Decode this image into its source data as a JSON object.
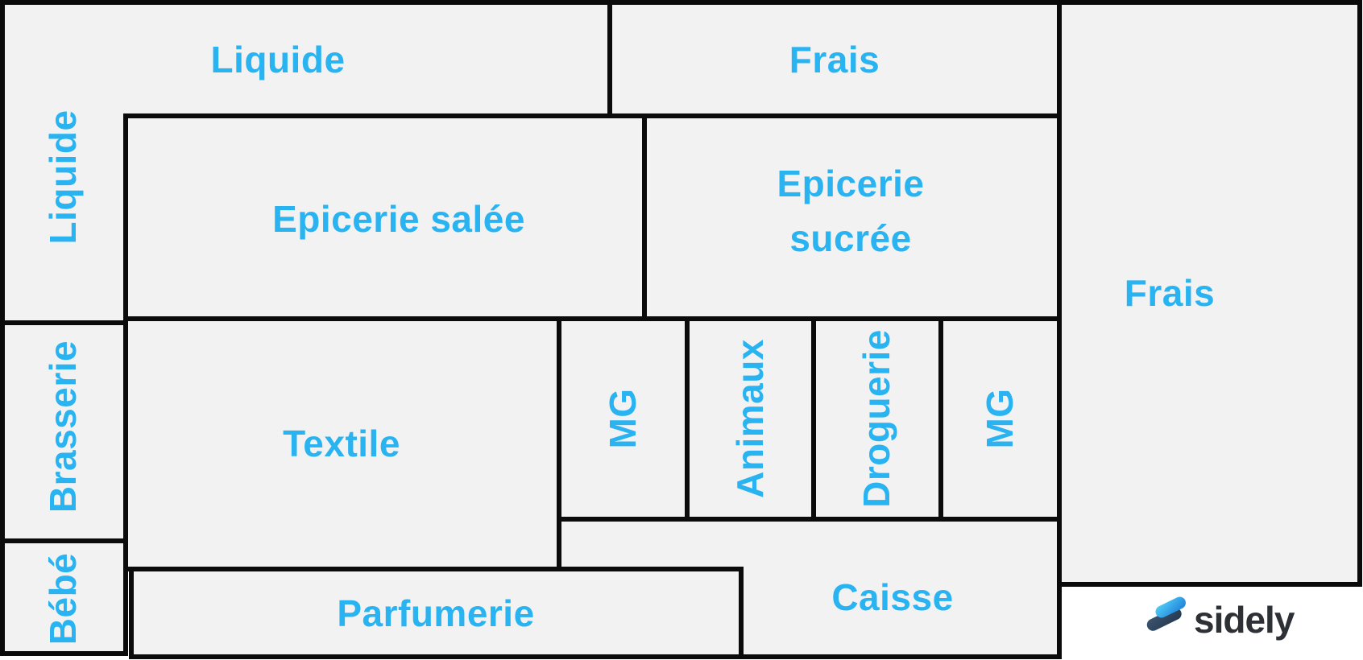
{
  "page": {
    "background": "#ffffff",
    "description": "Store floor plan diagram (plan de magasin)"
  },
  "palette": {
    "label_color": "#29b3f1",
    "room_fill": "#f2f2f3",
    "border_color": "#0b0b0b",
    "logo_text_color": "#2d3136",
    "logo_blue_light": "#53d0f8",
    "logo_blue_dark": "#1d7fd8",
    "logo_navy_light": "#3d546f",
    "logo_navy_dark": "#243950"
  },
  "floorplan": {
    "regions": {
      "liquide_top": "Liquide",
      "liquide_left": "Liquide",
      "frais_top": "Frais",
      "frais_right": "Frais",
      "epicerie_salee": "Epicerie salée",
      "epicerie_sucree_line1": "Epicerie",
      "epicerie_sucree_line2": "sucrée",
      "brasserie": "Brasserie",
      "bebe": "Bébé",
      "textile": "Textile",
      "mg_left": "MG",
      "animaux": "Animaux",
      "droguerie": "Droguerie",
      "mg_right": "MG",
      "caisse": "Caisse",
      "parfumerie": "Parfumerie"
    }
  },
  "logo": {
    "brand": "sidely"
  }
}
